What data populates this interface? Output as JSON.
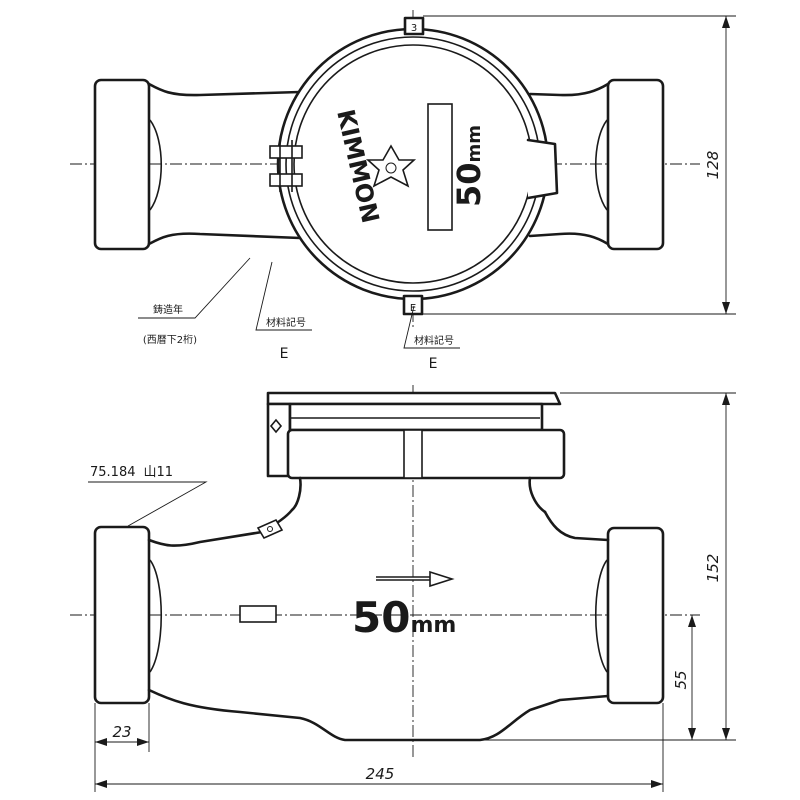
{
  "top_view": {
    "brand_text": "KIMMON",
    "size_text_num": "50",
    "size_text_unit": "mm",
    "top_mark": "3",
    "bottom_mark": "E",
    "dim_height": "128",
    "label_year_line1": "鋳造年",
    "label_year_line2": "(西暦下2桁)",
    "label_material_left": "材料記号",
    "label_material_left_code": "E",
    "label_material_right": "材料記号",
    "label_material_right_code": "E"
  },
  "side_view": {
    "size_text_num": "50",
    "size_text_unit": "mm",
    "thread_label": "75.184",
    "thread_spec": "山11",
    "dim_total_height": "152",
    "dim_center_height": "55",
    "dim_flange_width": "23",
    "dim_total_length": "245"
  },
  "colors": {
    "line": "#1a1a1a",
    "background": "#ffffff"
  }
}
